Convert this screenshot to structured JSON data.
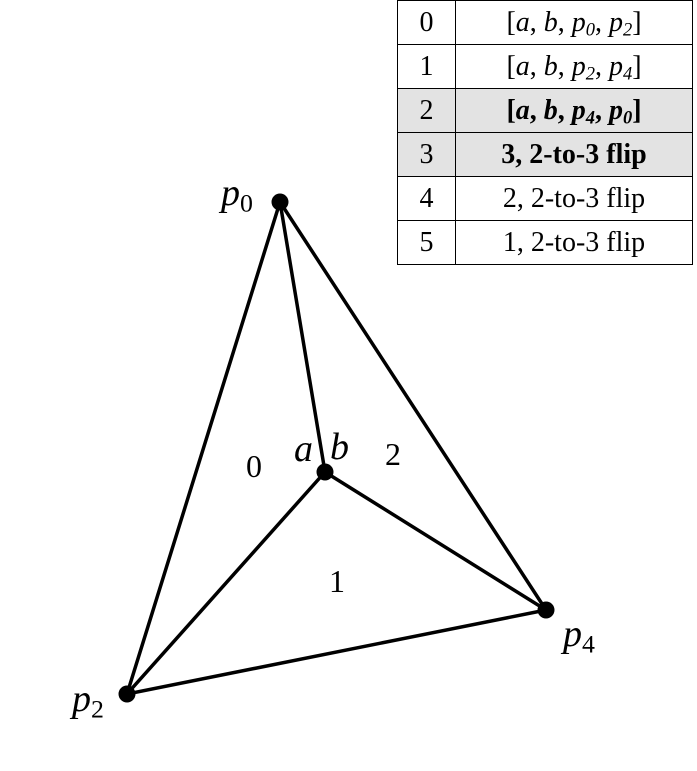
{
  "table": {
    "rows": [
      {
        "index": "0",
        "op": [
          {
            "t": "[",
            "it": false
          },
          {
            "t": "a",
            "it": true
          },
          {
            "t": ", ",
            "it": false
          },
          {
            "t": "b",
            "it": true
          },
          {
            "t": ", ",
            "it": false
          },
          {
            "t": "p",
            "it": true,
            "sub": "0"
          },
          {
            "t": ", ",
            "it": false
          },
          {
            "t": "p",
            "it": true,
            "sub": "2"
          },
          {
            "t": "]",
            "it": false
          }
        ],
        "highlight": false,
        "bold": false
      },
      {
        "index": "1",
        "op": [
          {
            "t": "[",
            "it": false
          },
          {
            "t": "a",
            "it": true
          },
          {
            "t": ", ",
            "it": false
          },
          {
            "t": "b",
            "it": true
          },
          {
            "t": ", ",
            "it": false
          },
          {
            "t": "p",
            "it": true,
            "sub": "2"
          },
          {
            "t": ", ",
            "it": false
          },
          {
            "t": "p",
            "it": true,
            "sub": "4"
          },
          {
            "t": "]",
            "it": false
          }
        ],
        "highlight": false,
        "bold": false
      },
      {
        "index": "2",
        "op": [
          {
            "t": "[",
            "it": false
          },
          {
            "t": "a",
            "it": true
          },
          {
            "t": ", ",
            "it": false
          },
          {
            "t": "b",
            "it": true
          },
          {
            "t": ", ",
            "it": false
          },
          {
            "t": "p",
            "it": true,
            "sub": "4"
          },
          {
            "t": ", ",
            "it": false
          },
          {
            "t": "p",
            "it": true,
            "sub": "0"
          },
          {
            "t": "]",
            "it": false
          }
        ],
        "highlight": true,
        "bold": true
      },
      {
        "index": "3",
        "op": [
          {
            "t": "3, 2-to-3 flip",
            "it": false
          }
        ],
        "highlight": true,
        "bold": true
      },
      {
        "index": "4",
        "op": [
          {
            "t": "2, 2-to-3 flip",
            "it": false
          }
        ],
        "highlight": false,
        "bold": false
      },
      {
        "index": "5",
        "op": [
          {
            "t": "1, 2-to-3 flip",
            "it": false
          }
        ],
        "highlight": false,
        "bold": false
      }
    ]
  },
  "vertices": {
    "p0": {
      "name": "p",
      "sub": "0"
    },
    "p2": {
      "name": "p",
      "sub": "2"
    },
    "p4": {
      "name": "p",
      "sub": "4"
    },
    "a": "a",
    "b": "b"
  },
  "faces": {
    "f0": "0",
    "f1": "1",
    "f2": "2"
  },
  "colors": {
    "line": "#000000",
    "highlight": "#e3e3e3"
  }
}
